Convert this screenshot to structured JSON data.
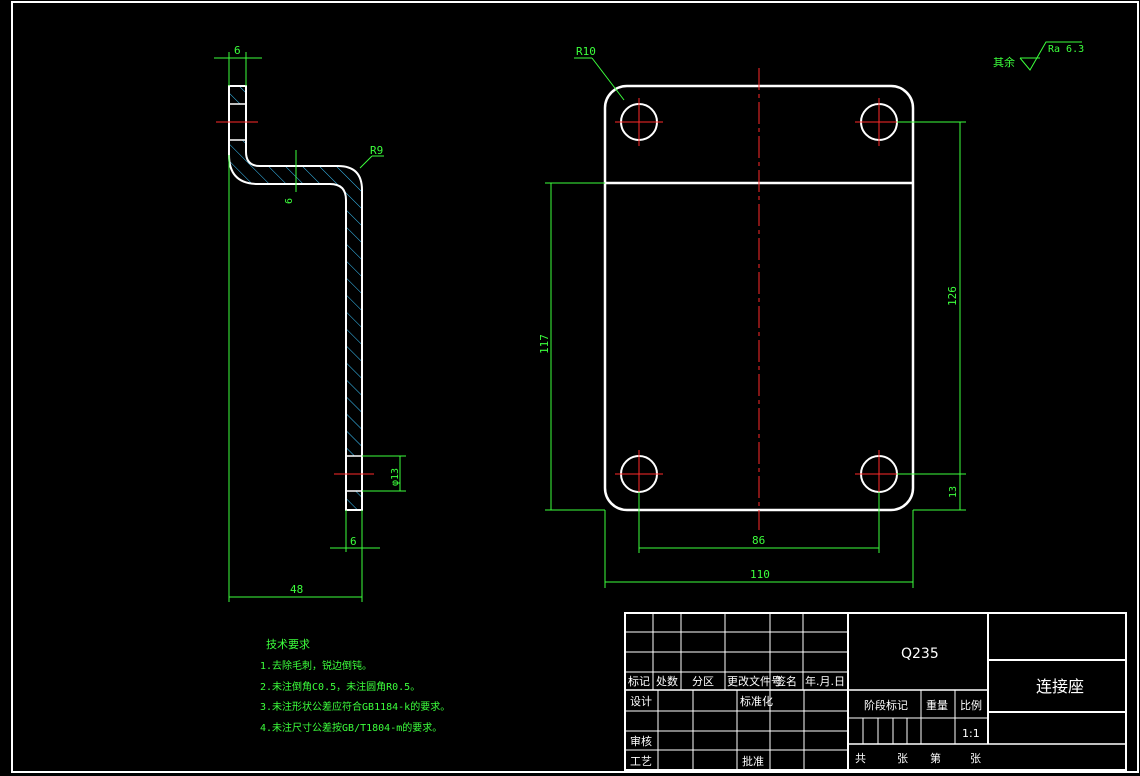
{
  "side_view": {
    "dim_top": "6",
    "dim_radius": "R9",
    "dim_thick": "6",
    "dim_hole": "φ13",
    "dim_bottom": "6",
    "dim_width": "48"
  },
  "front_view": {
    "dim_corner_radius": "R10",
    "dim_height": "117",
    "dim_hole_span_v": "126",
    "dim_hole_offset": "13",
    "dim_hole_span_h": "86",
    "dim_width": "110"
  },
  "roughness": {
    "prefix": "其余",
    "value": "Ra 6.3"
  },
  "tech_requirements": {
    "title": "技术要求",
    "items": [
      "1.去除毛刺，锐边倒钝。",
      "2.未注倒角C0.5，未注圆角R0.5。",
      "3.未注形状公差应符合GB1184-k的要求。",
      "4.未注尺寸公差按GB/T1804-m的要求。"
    ]
  },
  "title_block": {
    "material": "Q235",
    "part_name": "连接座",
    "revision_headers": [
      "标记",
      "处数",
      "分区",
      "更改文件号",
      "签名",
      "年.月.日"
    ],
    "design": "设计",
    "standardize": "标准化",
    "review": "审核",
    "process": "工艺",
    "approve": "批准",
    "stage_mark": "阶段标记",
    "weight": "重量",
    "scale": "比例",
    "scale_value": "1:1",
    "total": "共",
    "sheets": "张",
    "page": "第",
    "sheet": "张"
  }
}
